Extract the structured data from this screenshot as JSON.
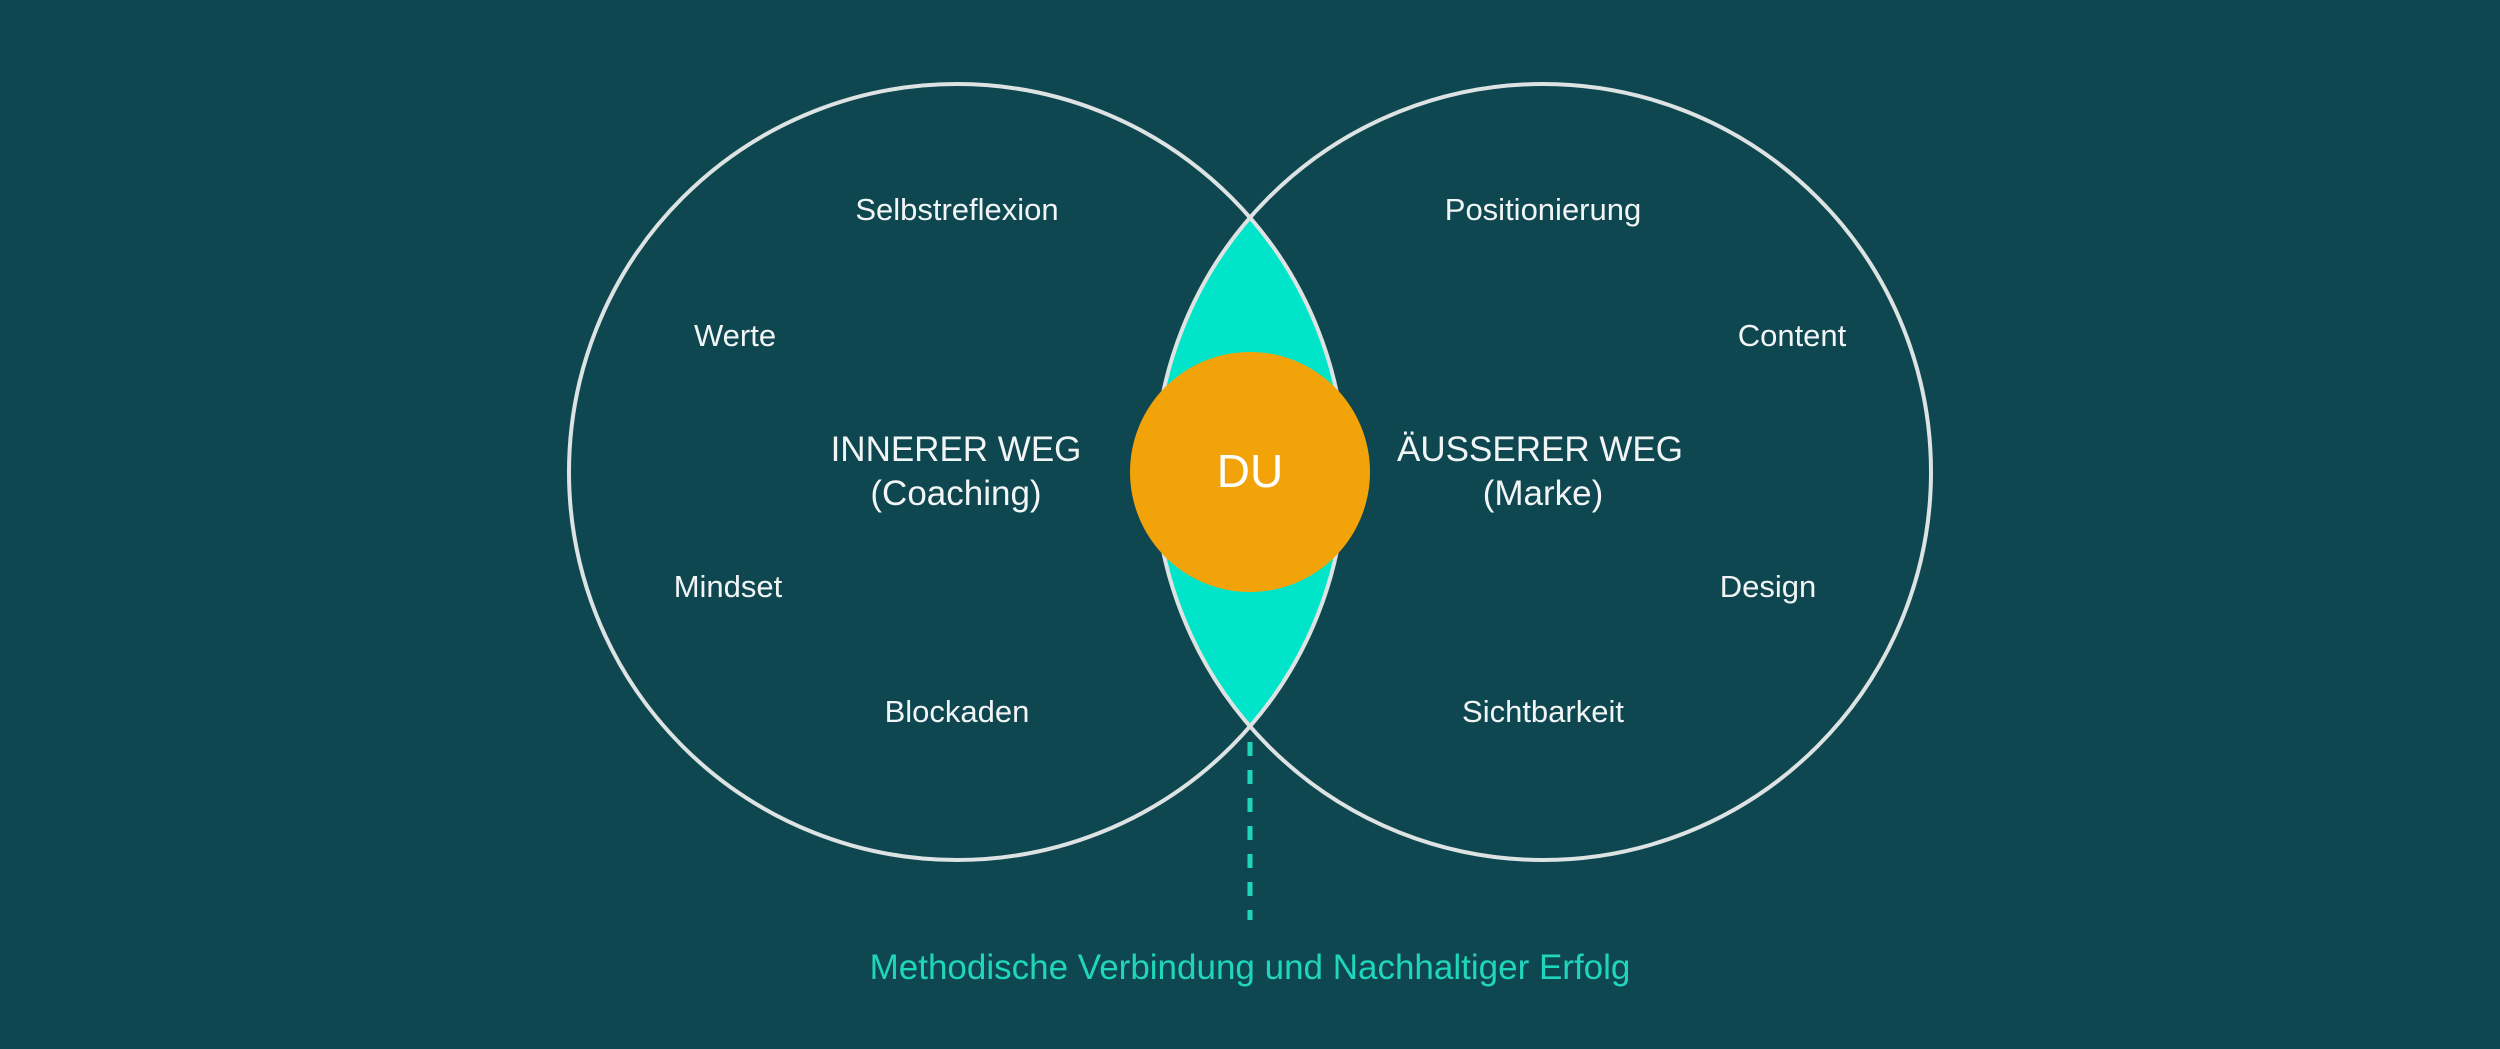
{
  "colors": {
    "background": "#0f4750",
    "circle_stroke": "#dde3e3",
    "intersection_fill": "#00e5c9",
    "center_fill": "#f2a30a",
    "text": "#f2f5f5",
    "accent_text": "#1fd6bd"
  },
  "left_circle": {
    "title": "INNERER WEG",
    "subtitle": "(Coaching)",
    "items": {
      "top": "Selbstreflexion",
      "upper_side": "Werte",
      "lower_side": "Mindset",
      "bottom": "Blockaden"
    }
  },
  "right_circle": {
    "title": "ÄUSSERER WEG",
    "subtitle": "(Marke)",
    "items": {
      "top": "Positionierung",
      "upper_side": "Content",
      "lower_side": "Design",
      "bottom": "Sichtbarkeit"
    }
  },
  "center": {
    "label": "DU"
  },
  "footer": {
    "caption": "Methodische Verbindung und Nachhaltiger Erfolg"
  }
}
